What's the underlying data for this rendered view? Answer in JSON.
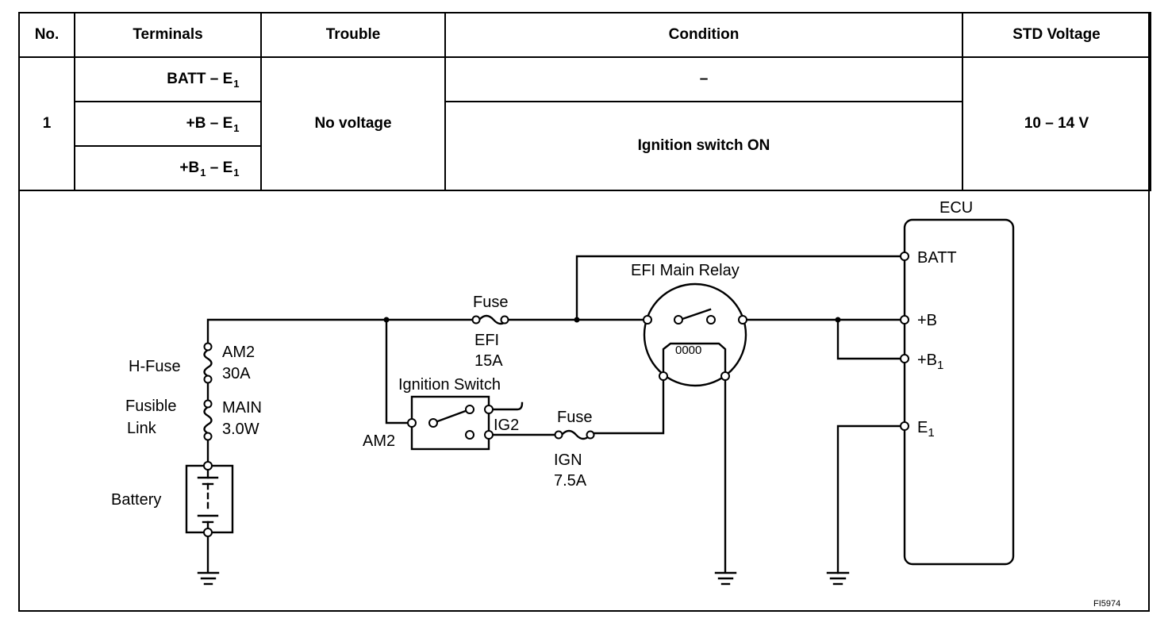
{
  "table": {
    "headers": {
      "no": "No.",
      "terminals": "Terminals",
      "trouble": "Trouble",
      "condition": "Condition",
      "std_voltage": "STD Voltage"
    },
    "row": {
      "no": "1",
      "terminals": [
        {
          "main": "BATT  –  E",
          "sub": "1"
        },
        {
          "main": "+B  –  E",
          "sub": "1"
        },
        {
          "main": "+B",
          "sub1": "1",
          "rest": "  –  E",
          "sub": "1"
        }
      ],
      "trouble": "No voltage",
      "conditions": [
        "–",
        "Ignition switch ON"
      ],
      "std_voltage": "10 – 14 V"
    }
  },
  "diagram": {
    "ecu_label": "ECU",
    "ecu_pins": {
      "batt": "BATT",
      "b": "+B",
      "b1": "+B",
      "b1_sub": "1",
      "e1": "E",
      "e1_sub": "1"
    },
    "efi_main_relay": "EFI Main Relay",
    "relay_coil": "0000",
    "fuse_efi": {
      "title": "Fuse",
      "name": "EFI",
      "rating": "15A"
    },
    "fuse_ign": {
      "title": "Fuse",
      "name": "IGN",
      "rating": "7.5A"
    },
    "ignition_switch": "Ignition Switch",
    "ig_am2": "AM2",
    "ig_ig2": "IG2",
    "h_fuse": "H-Fuse",
    "am2_name": "AM2",
    "am2_rating": "30A",
    "fusible_link": [
      "Fusible",
      "Link"
    ],
    "main_name": "MAIN",
    "main_rating": "3.0W",
    "battery": "Battery",
    "figure_id": "FI5974"
  }
}
